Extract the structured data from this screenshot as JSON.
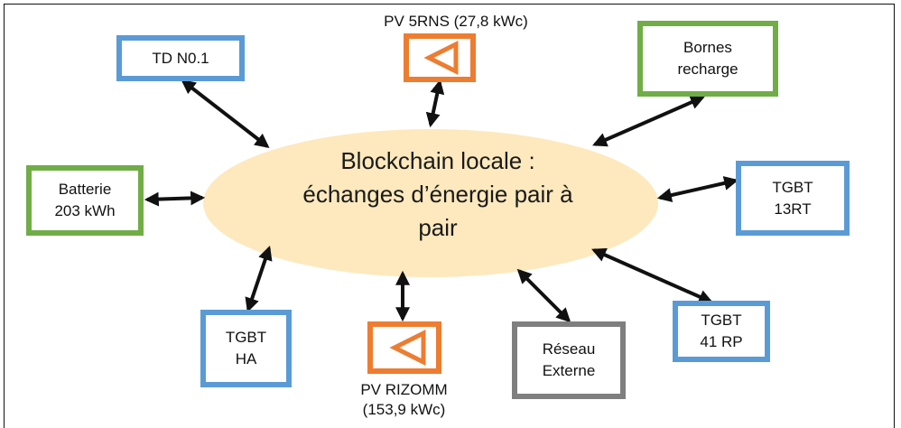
{
  "center": {
    "lines": [
      "Blockchain locale :",
      "échanges d’énergie pair à",
      "pair"
    ],
    "fill": "#fde9bd"
  },
  "nodes": {
    "td_no1": "TD N0.1",
    "bornes": "Bornes\nrecharge",
    "batterie": "Batterie\n203 kWh",
    "tgbt_13rt": "TGBT\n13RT",
    "tgbt_ha": "TGBT\nHA",
    "reseau": "Réseau\nExterne",
    "tgbt_41rp": "TGBT\n41 RP"
  },
  "pv": {
    "top_label": "PV 5RNS (27,8 kWc)",
    "bottom_label": "PV RIZOMM\n(153,9 kWc)",
    "color": "#ed7d31"
  },
  "colors": {
    "consumer_border": "#5b9bd5",
    "storage_border": "#70ad47",
    "grid_border": "#7f7f7f",
    "arrow": "#111111"
  }
}
